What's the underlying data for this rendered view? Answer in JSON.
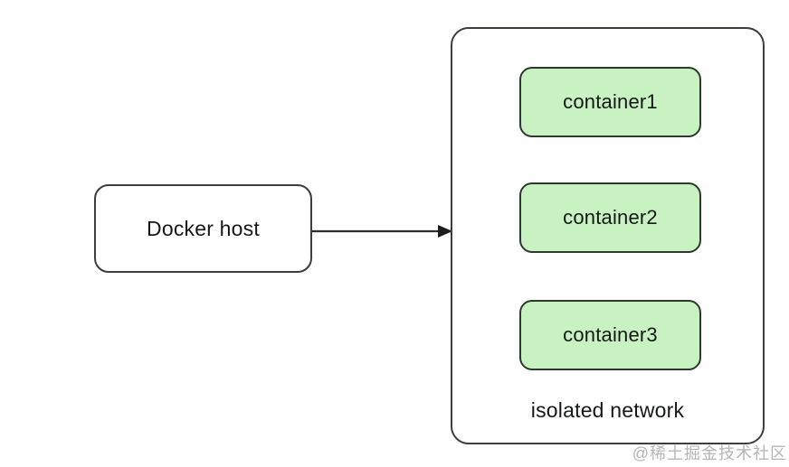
{
  "diagram": {
    "host": {
      "label": "Docker host"
    },
    "arrow": {
      "from": "Docker host",
      "to": "isolated network"
    },
    "network": {
      "label": "isolated network",
      "containers": [
        {
          "label": "container1"
        },
        {
          "label": "container2"
        },
        {
          "label": "container3"
        }
      ]
    },
    "watermark": "@稀土掘金技术社区",
    "colors": {
      "container_fill": "#c9f2c3",
      "box_border": "#3a3f3a",
      "background": "#ffffff",
      "watermark": "#b5b5b5",
      "arrow": "#2b2b2b"
    }
  }
}
